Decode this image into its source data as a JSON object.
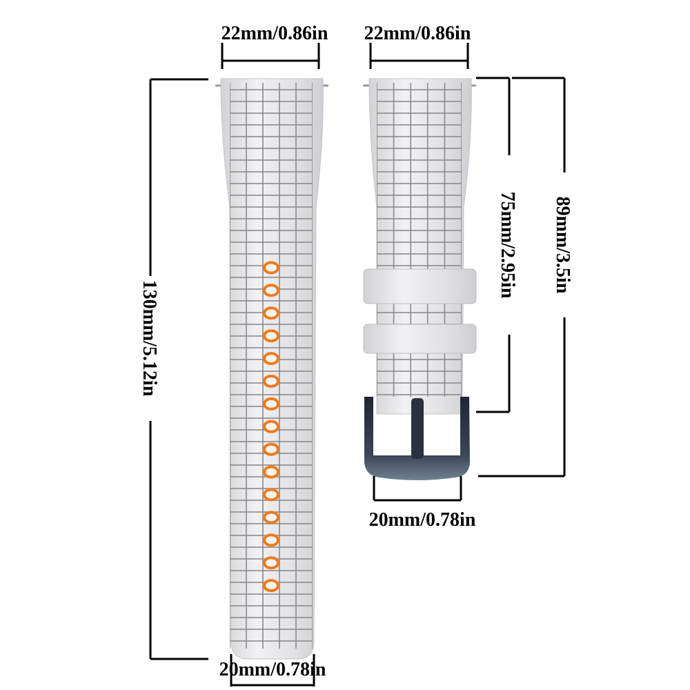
{
  "labels": {
    "top_left_width": "22mm/0.86in",
    "top_right_width": "22mm/0.86in",
    "long_strap_length": "130mm/5.12in",
    "long_strap_tail_width": "20mm/0.78in",
    "short_strap_length": "75mm/2.95in",
    "short_strap_total_length": "89mm/3.5in",
    "buckle_width": "20mm/0.78in"
  },
  "colors": {
    "strap": "#e4e4e6",
    "grid_line": "#8a8a8e",
    "holes": "#f07a1a",
    "buckle": "#3e4a5c"
  },
  "long_strap": {
    "hole_count": 15
  }
}
